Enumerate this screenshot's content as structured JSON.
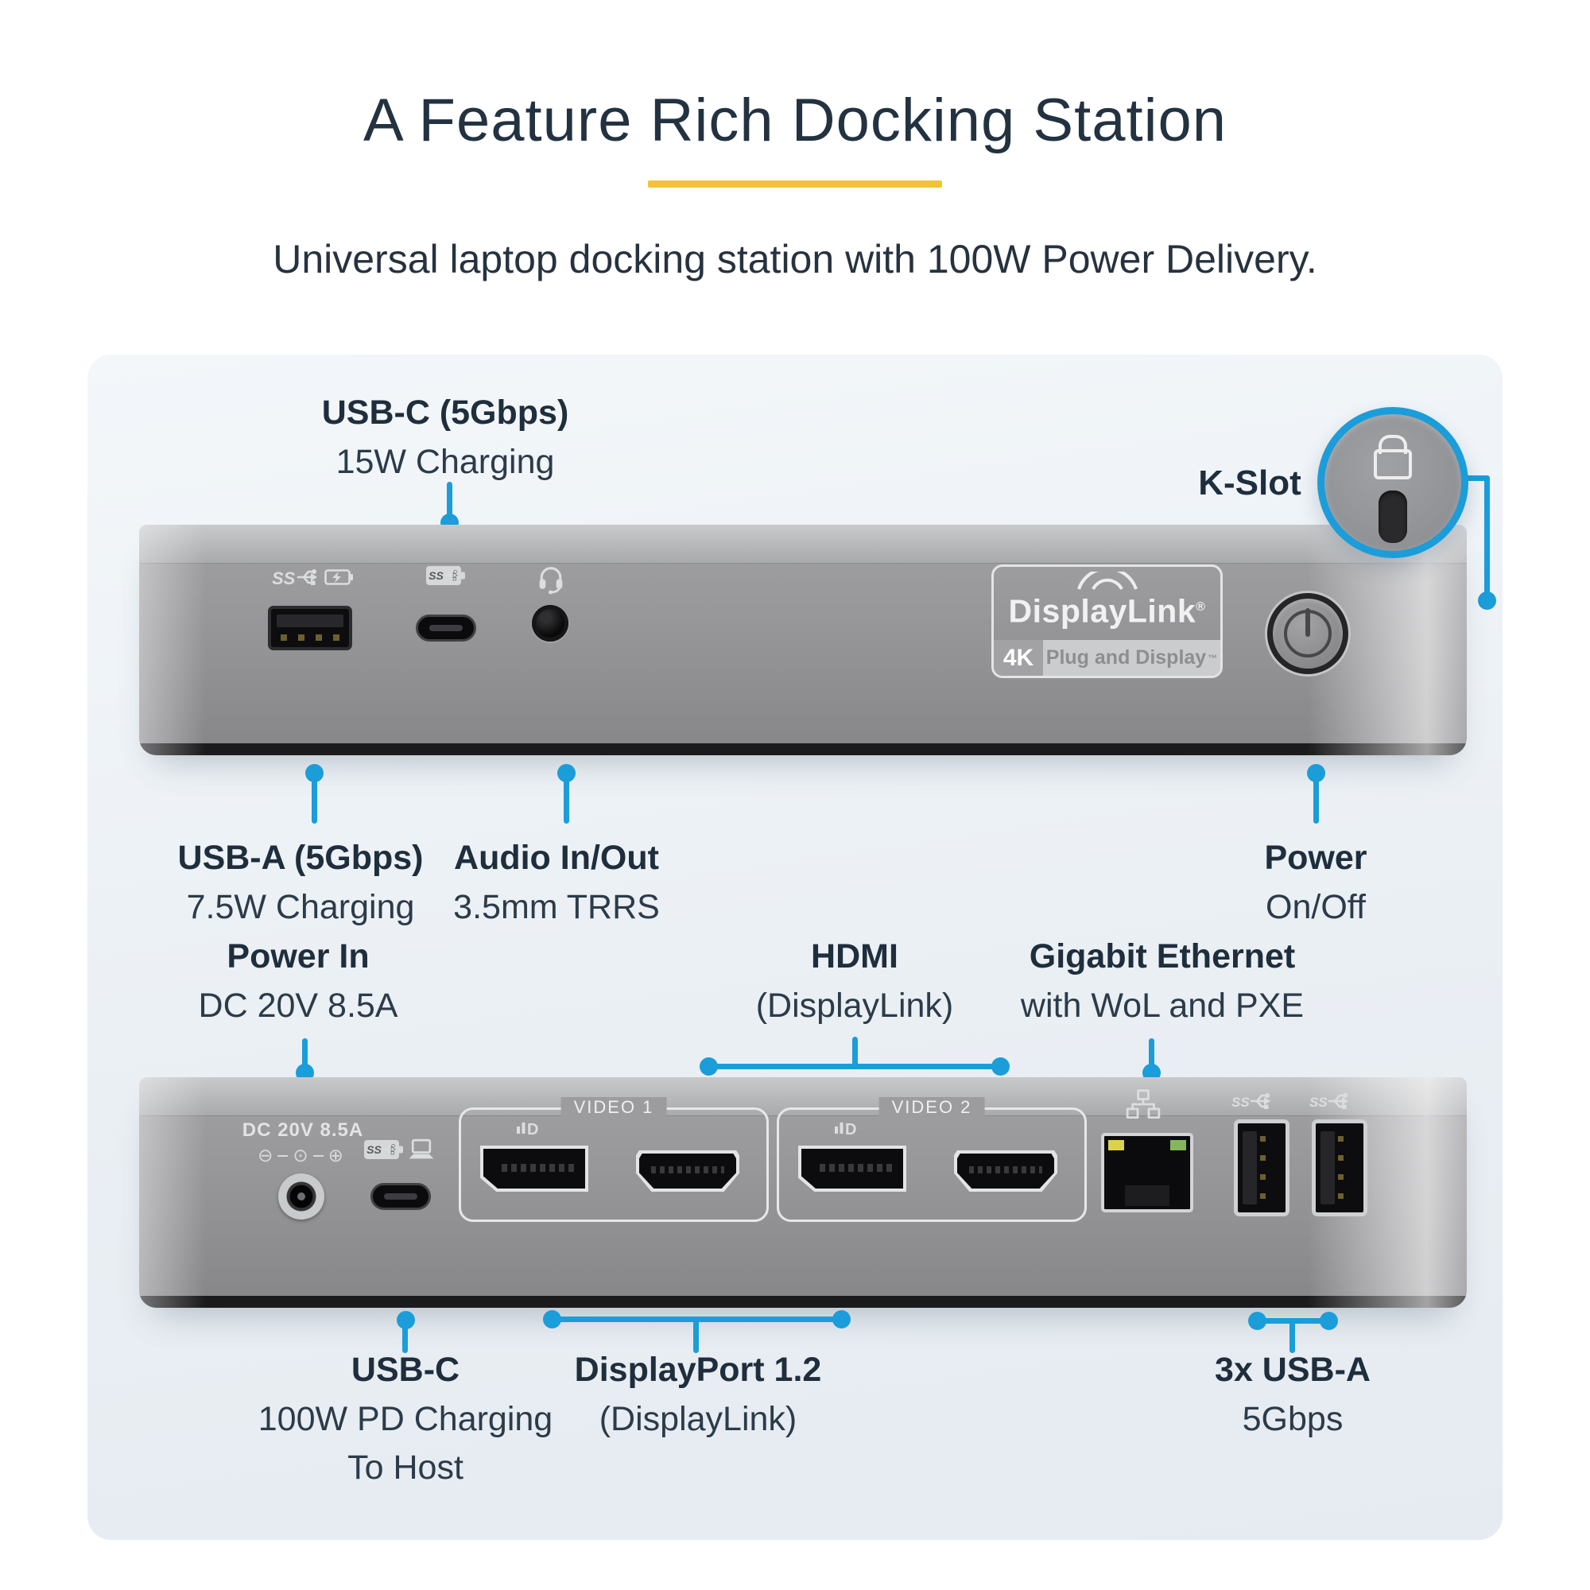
{
  "header": {
    "title": "A Feature Rich Docking Station",
    "subtitle": "Universal laptop docking station with 100W Power Delivery."
  },
  "colors": {
    "accent_blue": "#1b9dd9",
    "accent_yellow": "#f2c337",
    "heading_text": "#233241",
    "panel_bg": "#eaeff4",
    "dock_gray": "#929295"
  },
  "icons": {
    "ss": "SS"
  },
  "front": {
    "top_label": {
      "line1": "USB-C (5Gbps)",
      "line2": "15W Charging"
    },
    "kslot_label": "K-Slot",
    "badge": {
      "brand": "DisplayLink",
      "reg": "®",
      "badge_4k": "4K",
      "tagline": "Plug and Display",
      "tm": "™"
    },
    "labels_below": [
      {
        "line1": "USB-A (5Gbps)",
        "line2": "7.5W Charging"
      },
      {
        "line1": "Audio In/Out",
        "line2": "3.5mm TRRS"
      },
      {
        "line1": "Power",
        "line2": "On/Off"
      }
    ]
  },
  "back": {
    "labels_above": [
      {
        "line1": "Power In",
        "line2": "DC 20V 8.5A"
      },
      {
        "line1": "HDMI",
        "line2": "(DisplayLink)"
      },
      {
        "line1": "Gigabit Ethernet",
        "line2": "with WoL and PXE"
      }
    ],
    "dc_label": "DC 20V 8.5A",
    "polarity": {
      "minus": "⊖",
      "center": "⊙",
      "plus": "⊕"
    },
    "video1": "VIDEO 1",
    "video2": "VIDEO 2",
    "dp_logo": "D",
    "labels_below": [
      {
        "line1": "USB-C",
        "line2": "100W PD Charging",
        "line3": "To Host"
      },
      {
        "line1": "DisplayPort 1.2",
        "line2": "(DisplayLink)"
      },
      {
        "line1": "3x USB-A",
        "line2": "5Gbps"
      }
    ]
  }
}
